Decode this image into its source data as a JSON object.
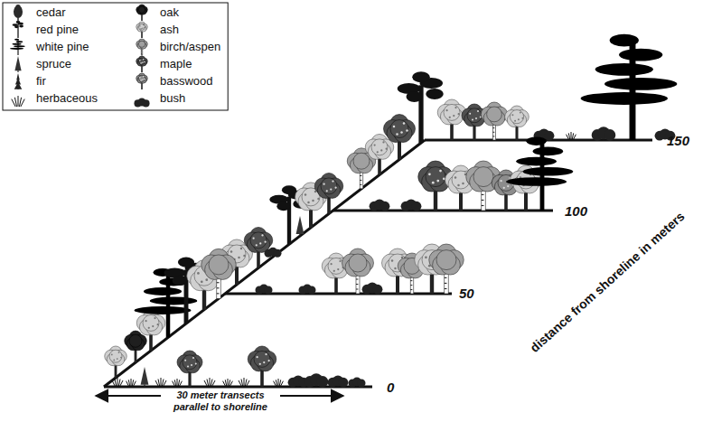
{
  "diagram": {
    "labels": [
      "0",
      "50",
      "100",
      "150",
      "distance from shoreline in meters",
      "30 meter transects parallel to shoreline"
    ],
    "legend": [
      {
        "text": "cedar"
      },
      {
        "text": "red pine"
      },
      {
        "text": "white pine"
      },
      {
        "text": "spruce"
      },
      {
        "text": "fir"
      },
      {
        "text": "herbaceous"
      },
      {
        "text": "oak"
      },
      {
        "text": "ash"
      },
      {
        "text": "birch/aspen"
      },
      {
        "text": "maple"
      },
      {
        "text": "basswood"
      },
      {
        "text": "bush"
      }
    ]
  }
}
